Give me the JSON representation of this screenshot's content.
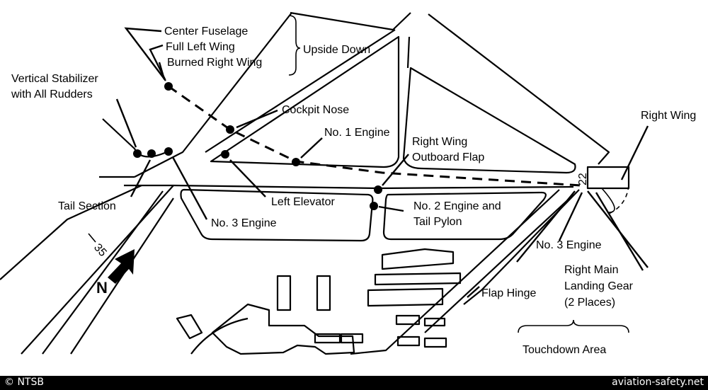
{
  "labels": {
    "center_fuselage": "Center Fuselage",
    "full_left_wing": "Full Left Wing",
    "burned_right_wing": "Burned Right Wing",
    "upside_down": "Upside Down",
    "vertical_stabilizer_1": "Vertical Stabilizer",
    "vertical_stabilizer_2": "with All Rudders",
    "cockpit_nose": "Cockpit Nose",
    "no1_engine": "No. 1 Engine",
    "right_wing_flap_1": "Right Wing",
    "right_wing_flap_2": "Outboard Flap",
    "right_wing": "Right Wing",
    "tail_section": "Tail Section",
    "left_elevator": "Left Elevator",
    "no3_engine_left": "No. 3 Engine",
    "no2_engine_1": "No. 2 Engine and",
    "no2_engine_2": "Tail Pylon",
    "no3_engine_right": "No. 3 Engine",
    "flap_hinge": "Flap Hinge",
    "right_main_gear_1": "Right Main",
    "right_main_gear_2": "Landing Gear",
    "right_main_gear_3": "(2 Places)",
    "touchdown_area": "Touchdown Area",
    "north": "N",
    "runway_35": "35",
    "runway_22": "22"
  },
  "footer": {
    "credit": "© NTSB",
    "site": "aviation-safety.net"
  }
}
